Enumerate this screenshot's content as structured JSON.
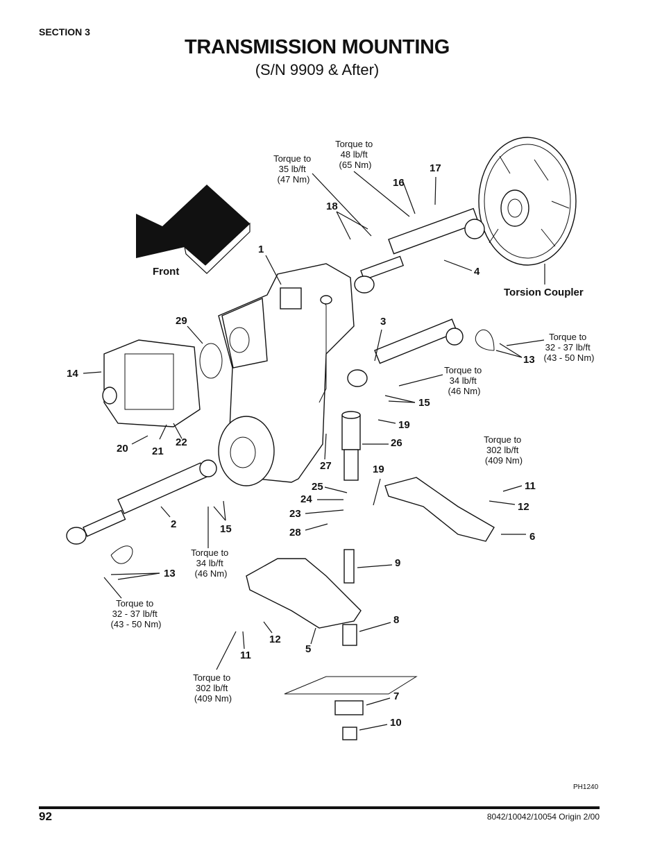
{
  "header": {
    "section": "SECTION 3",
    "title": "TRANSMISSION MOUNTING",
    "subtitle": "(S/N 9909 & After)"
  },
  "front_label": "Front",
  "torsion_label": "Torsion Coupler",
  "callouts": {
    "c1": "1",
    "c2": "2",
    "c3": "3",
    "c4": "4",
    "c5": "5",
    "c6": "6",
    "c7": "7",
    "c8": "8",
    "c9": "9",
    "c10": "10",
    "c11a": "11",
    "c11b": "11",
    "c12a": "12",
    "c12b": "12",
    "c13a": "13",
    "c13b": "13",
    "c14": "14",
    "c15a": "15",
    "c15b": "15",
    "c16": "16",
    "c17": "17",
    "c18": "18",
    "c19a": "19",
    "c19b": "19",
    "c20": "20",
    "c21": "21",
    "c22": "22",
    "c23": "23",
    "c24": "24",
    "c25": "25",
    "c26": "26",
    "c27": "27",
    "c28": "28",
    "c29": "29"
  },
  "torque_notes": {
    "n48": [
      "Torque to",
      "48 lb/ft",
      "(65 Nm)"
    ],
    "n35": [
      "Torque to",
      "35 lb/ft",
      "(47 Nm)"
    ],
    "n32a": [
      "Torque to",
      "32 - 37 lb/ft",
      "(43 - 50 Nm)"
    ],
    "n34a": [
      "Torque to",
      "34 lb/ft",
      "(46 Nm)"
    ],
    "n302a": [
      "Torque to",
      "302 lb/ft",
      "(409 Nm)"
    ],
    "n34b": [
      "Torque to",
      "34 lb/ft",
      "(46 Nm)"
    ],
    "n32b": [
      "Torque to",
      "32 - 37 lb/ft",
      "(43 - 50 Nm)"
    ],
    "n302b": [
      "Torque to",
      "302 lb/ft",
      "(409 Nm)"
    ]
  },
  "figure_id": "PH1240",
  "footer": {
    "page_number": "92",
    "doc_ref": "8042/10042/10054 Origin 2/00"
  }
}
